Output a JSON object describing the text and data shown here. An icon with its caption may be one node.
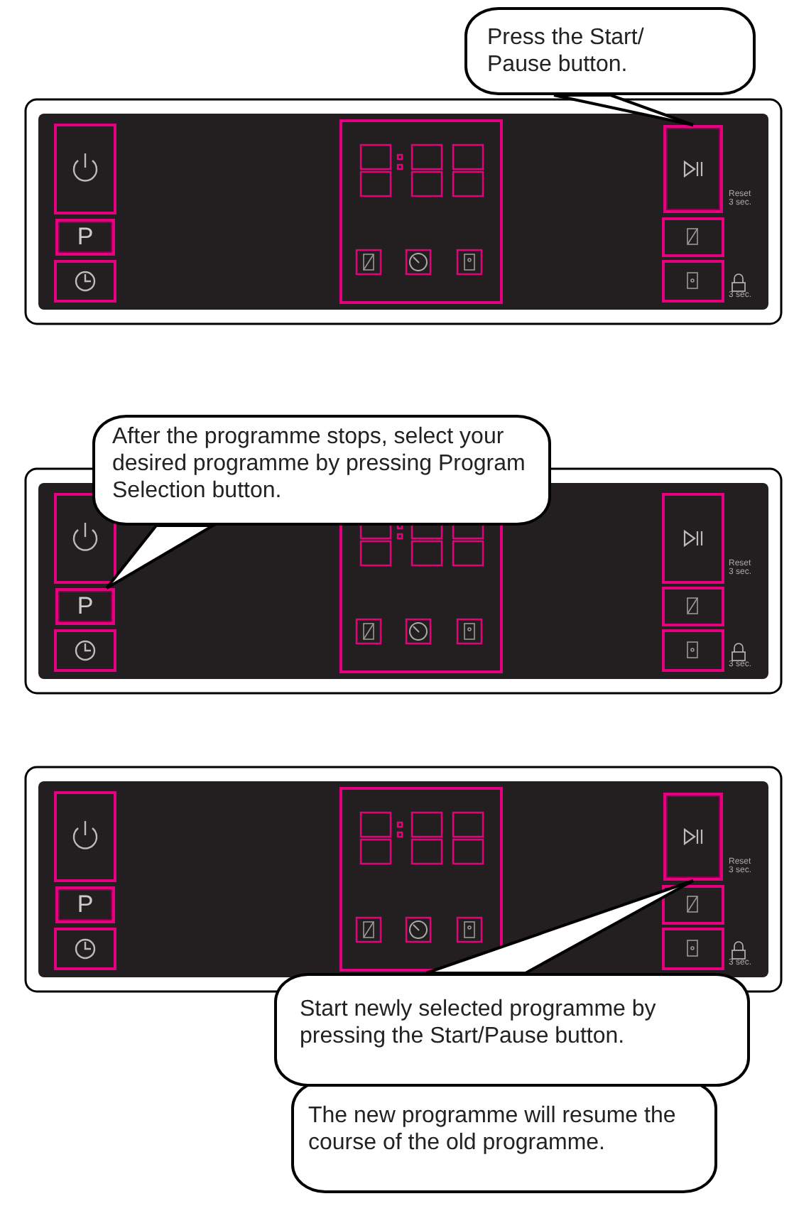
{
  "diagram": {
    "nodes": [
      {
        "text": [
          "Press the Start/ Pause button."
        ]
      },
      {
        "text": [],
        "shape": "box"
      },
      {
        "text": [
          "P"
        ]
      },
      {
        "text": [
          "After the programme stops, select your desired programme by pressing Program Selection button."
        ]
      },
      {
        "text": [
          "P"
        ]
      },
      {
        "text": [
          "P"
        ]
      },
      {
        "text": [],
        "shape": "box"
      },
      {
        "text": [
          "Start newly selected programme by pressing the Start/Pause button."
        ]
      },
      {
        "text": [
          "The new programme will resume the course of the old programme."
        ]
      }
    ],
    "edges": [
      {
        "from": 0,
        "to": 1,
        "arrow": "none"
      },
      {
        "from": 3,
        "to": 4,
        "arrow": "none"
      },
      {
        "from": 7,
        "to": 6,
        "arrow": "none"
      }
    ],
    "labels": [
      "Reset 3 sec.",
      "3 sec.",
      "Reset 3 sec.",
      "3 sec.",
      "Reset 3 sec.",
      "3 sec."
    ]
  }
}
